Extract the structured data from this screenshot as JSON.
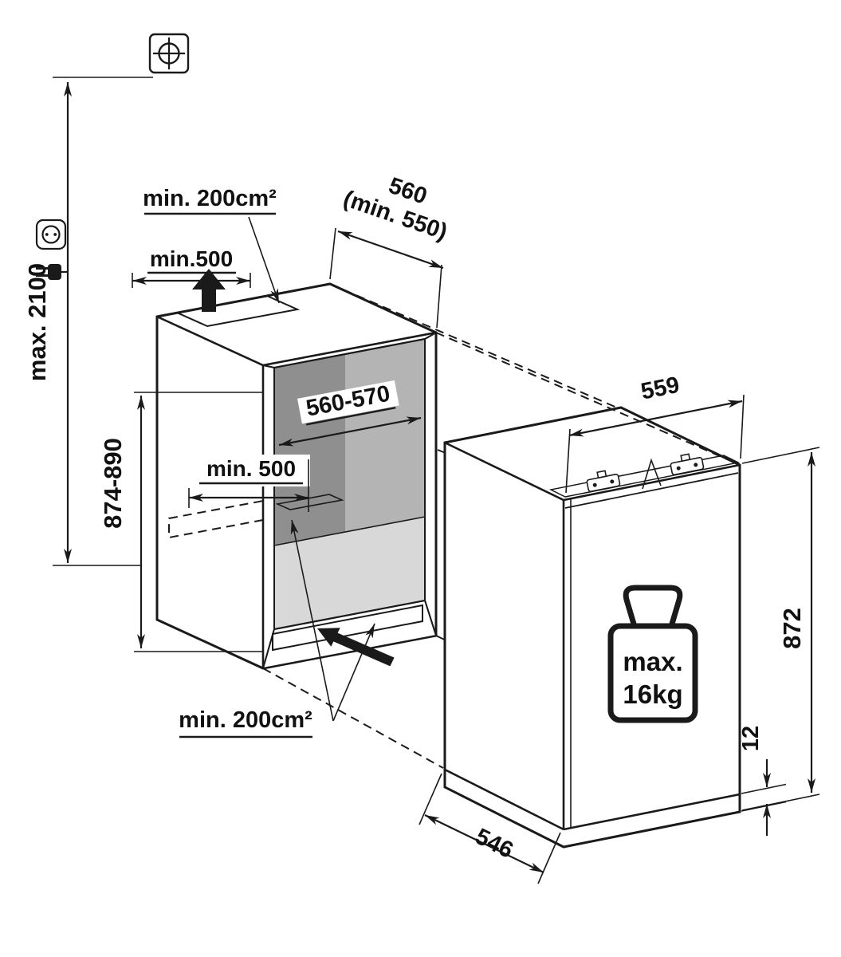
{
  "labels": {
    "vent_top_area": "min. 200cm²",
    "top_clearance": "min.500",
    "niche_depth": "560",
    "niche_depth_min": "(min. 550)",
    "socket_height": "max. 2100",
    "niche_height": "874-890",
    "niche_width": "560-570",
    "floor_depth": "min. 500",
    "vent_bottom_area": "min. 200cm²",
    "appliance_width": "559",
    "appliance_height": "872",
    "base_step": "12",
    "appliance_depth": "546",
    "door_load_line1": "max.",
    "door_load_line2": "16kg"
  },
  "colors": {
    "line": "#1a1a1a",
    "back_wall_dark": "#8f8f8f",
    "back_wall_light": "#b4b4b4",
    "floor": "#d8d8d8",
    "frame_face": "#c9c9c9",
    "hinge_rail": "#d4d4d4"
  },
  "icons": {
    "junction_symbol": "ceiling-junction-box",
    "socket_symbol": "power-socket",
    "plug_symbol": "power-plug",
    "airflow_top": "air-outlet-arrow",
    "airflow_bottom": "air-inlet-arrow",
    "weight_symbol": "max-load-weight"
  }
}
